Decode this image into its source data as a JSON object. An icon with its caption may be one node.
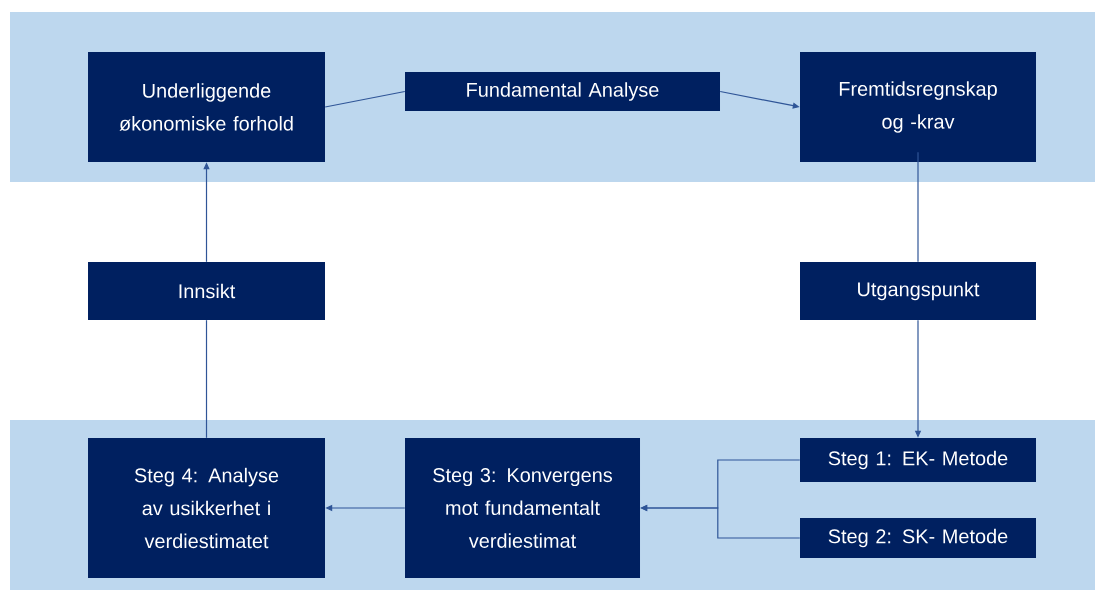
{
  "diagram": {
    "nodes": [
      {
        "text": [
          "Underliggende økonomiske forhold"
        ]
      },
      {
        "text": [
          "Fundamental Analyse"
        ]
      },
      {
        "text": [
          "Fremtidsregnskap og -krav"
        ]
      },
      {
        "text": [
          "Innsikt"
        ]
      },
      {
        "text": [
          "Utgangspunkt"
        ]
      },
      {
        "text": [
          "Steg 4: Analyse av usikkerhet i verdiestimatet"
        ]
      },
      {
        "text": [
          "Steg 3: Konvergens mot fundamentalt verdiestimat"
        ]
      },
      {
        "text": [
          "Steg 1: EK- Metode"
        ]
      },
      {
        "text": [
          "Steg 2: SK- Metode"
        ]
      }
    ],
    "edges": [
      {
        "from": 0,
        "to": 1,
        "arrow": "none"
      },
      {
        "from": 1,
        "to": 2,
        "arrow": "to"
      },
      {
        "from": 2,
        "to": 4,
        "arrow": "none"
      },
      {
        "from": 4,
        "to": 7,
        "arrow": "to"
      },
      {
        "from": 7,
        "to": 6,
        "arrow": "to"
      },
      {
        "from": 8,
        "to": 6,
        "arrow": "to"
      },
      {
        "from": 6,
        "to": 5,
        "arrow": "to"
      },
      {
        "from": 5,
        "to": 3,
        "arrow": "none"
      },
      {
        "from": 3,
        "to": 0,
        "arrow": "to"
      }
    ]
  }
}
